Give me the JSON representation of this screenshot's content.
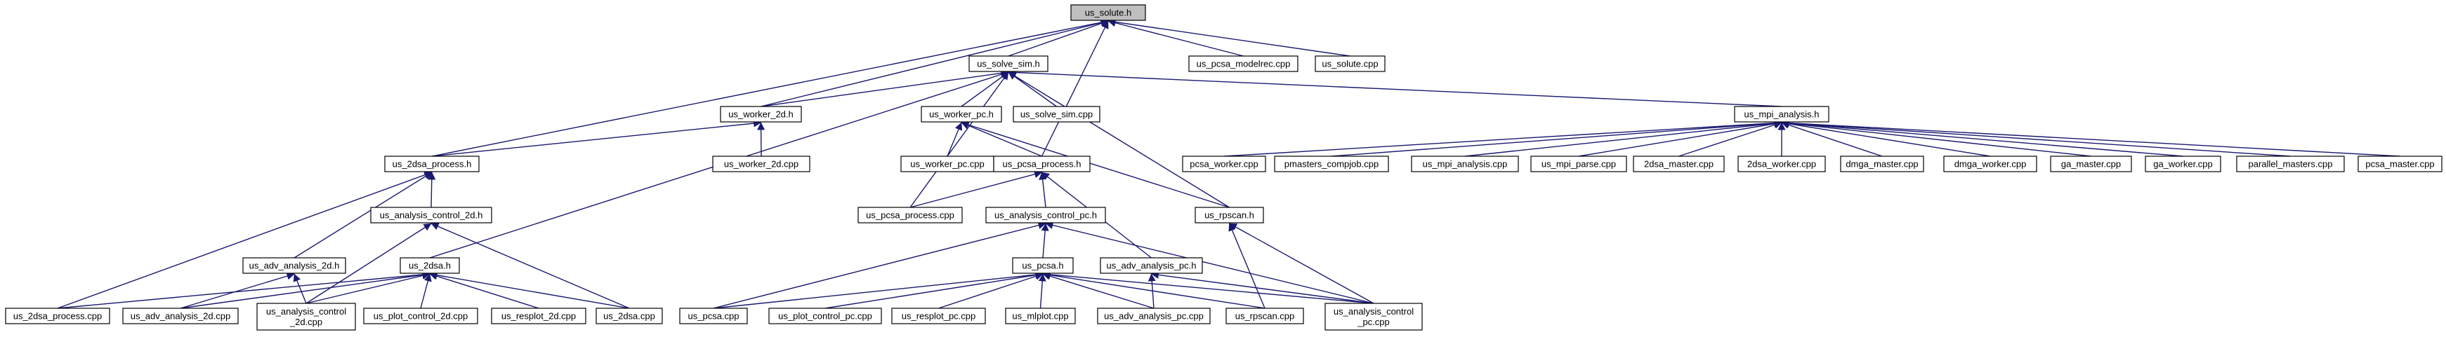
{
  "colors": {
    "edge": "#191970",
    "root_fill": "#bfbfbf",
    "node_fill": "#ffffff",
    "border": "#000000"
  },
  "nodes": [
    {
      "id": "us_solute_h",
      "lines": [
        "us_solute.h"
      ],
      "root": true
    },
    {
      "id": "us_solve_sim_h",
      "lines": [
        "us_solve_sim.h"
      ]
    },
    {
      "id": "us_pcsa_modelrec_cpp",
      "lines": [
        "us_pcsa_modelrec.cpp"
      ]
    },
    {
      "id": "us_solute_cpp",
      "lines": [
        "us_solute.cpp"
      ]
    },
    {
      "id": "us_worker_2d_h",
      "lines": [
        "us_worker_2d.h"
      ]
    },
    {
      "id": "us_worker_pc_h",
      "lines": [
        "us_worker_pc.h"
      ]
    },
    {
      "id": "us_solve_sim_cpp",
      "lines": [
        "us_solve_sim.cpp"
      ]
    },
    {
      "id": "us_mpi_analysis_h",
      "lines": [
        "us_mpi_analysis.h"
      ]
    },
    {
      "id": "us_2dsa_process_h",
      "lines": [
        "us_2dsa_process.h"
      ]
    },
    {
      "id": "us_worker_2d_cpp",
      "lines": [
        "us_worker_2d.cpp"
      ]
    },
    {
      "id": "us_worker_pc_cpp",
      "lines": [
        "us_worker_pc.cpp"
      ]
    },
    {
      "id": "us_pcsa_process_h",
      "lines": [
        "us_pcsa_process.h"
      ]
    },
    {
      "id": "pcsa_worker_cpp",
      "lines": [
        "pcsa_worker.cpp"
      ]
    },
    {
      "id": "pmasters_compjob_cpp",
      "lines": [
        "pmasters_compjob.cpp"
      ]
    },
    {
      "id": "us_mpi_analysis_cpp",
      "lines": [
        "us_mpi_analysis.cpp"
      ]
    },
    {
      "id": "us_mpi_parse_cpp",
      "lines": [
        "us_mpi_parse.cpp"
      ]
    },
    {
      "id": "2dsa_master_cpp",
      "lines": [
        "2dsa_master.cpp"
      ]
    },
    {
      "id": "2dsa_worker_cpp",
      "lines": [
        "2dsa_worker.cpp"
      ]
    },
    {
      "id": "dmga_master_cpp",
      "lines": [
        "dmga_master.cpp"
      ]
    },
    {
      "id": "dmga_worker_cpp",
      "lines": [
        "dmga_worker.cpp"
      ]
    },
    {
      "id": "ga_master_cpp",
      "lines": [
        "ga_master.cpp"
      ]
    },
    {
      "id": "ga_worker_cpp",
      "lines": [
        "ga_worker.cpp"
      ]
    },
    {
      "id": "parallel_masters_cpp",
      "lines": [
        "parallel_masters.cpp"
      ]
    },
    {
      "id": "pcsa_master_cpp",
      "lines": [
        "pcsa_master.cpp"
      ]
    },
    {
      "id": "us_analysis_control_2d_h",
      "lines": [
        "us_analysis_control_2d.h"
      ]
    },
    {
      "id": "us_pcsa_process_cpp",
      "lines": [
        "us_pcsa_process.cpp"
      ]
    },
    {
      "id": "us_analysis_control_pc_h",
      "lines": [
        "us_analysis_control_pc.h"
      ]
    },
    {
      "id": "us_rpscan_h",
      "lines": [
        "us_rpscan.h"
      ]
    },
    {
      "id": "us_adv_analysis_2d_h",
      "lines": [
        "us_adv_analysis_2d.h"
      ]
    },
    {
      "id": "us_2dsa_h",
      "lines": [
        "us_2dsa.h"
      ]
    },
    {
      "id": "us_pcsa_h",
      "lines": [
        "us_pcsa.h"
      ]
    },
    {
      "id": "us_adv_analysis_pc_h",
      "lines": [
        "us_adv_analysis_pc.h"
      ]
    },
    {
      "id": "us_2dsa_process_cpp",
      "lines": [
        "us_2dsa_process.cpp"
      ]
    },
    {
      "id": "us_adv_analysis_2d_cpp",
      "lines": [
        "us_adv_analysis_2d.cpp"
      ]
    },
    {
      "id": "us_analysis_control_2d_cpp",
      "lines": [
        "us_analysis_control",
        "_2d.cpp"
      ]
    },
    {
      "id": "us_plot_control_2d_cpp",
      "lines": [
        "us_plot_control_2d.cpp"
      ]
    },
    {
      "id": "us_resplot_2d_cpp",
      "lines": [
        "us_resplot_2d.cpp"
      ]
    },
    {
      "id": "us_2dsa_cpp",
      "lines": [
        "us_2dsa.cpp"
      ]
    },
    {
      "id": "us_pcsa_cpp",
      "lines": [
        "us_pcsa.cpp"
      ]
    },
    {
      "id": "us_plot_control_pc_cpp",
      "lines": [
        "us_plot_control_pc.cpp"
      ]
    },
    {
      "id": "us_resplot_pc_cpp",
      "lines": [
        "us_resplot_pc.cpp"
      ]
    },
    {
      "id": "us_mlplot_cpp",
      "lines": [
        "us_mlplot.cpp"
      ]
    },
    {
      "id": "us_adv_analysis_pc_cpp",
      "lines": [
        "us_adv_analysis_pc.cpp"
      ]
    },
    {
      "id": "us_rpscan_cpp",
      "lines": [
        "us_rpscan.cpp"
      ]
    },
    {
      "id": "us_analysis_control_pc_cpp",
      "lines": [
        "us_analysis_control",
        "_pc.cpp"
      ]
    }
  ],
  "edges": [
    [
      "us_solve_sim_h",
      "us_solute_h"
    ],
    [
      "us_pcsa_modelrec_cpp",
      "us_solute_h"
    ],
    [
      "us_solute_cpp",
      "us_solute_h"
    ],
    [
      "us_worker_2d_h",
      "us_solute_h"
    ],
    [
      "us_2dsa_process_h",
      "us_solute_h"
    ],
    [
      "us_pcsa_process_h",
      "us_solute_h"
    ],
    [
      "us_worker_2d_h",
      "us_solve_sim_h"
    ],
    [
      "us_worker_pc_h",
      "us_solve_sim_h"
    ],
    [
      "us_solve_sim_cpp",
      "us_solve_sim_h"
    ],
    [
      "us_mpi_analysis_h",
      "us_solve_sim_h"
    ],
    [
      "us_pcsa_process_cpp",
      "us_solve_sim_h"
    ],
    [
      "us_rpscan_h",
      "us_solve_sim_h"
    ],
    [
      "us_2dsa_h",
      "us_solve_sim_h"
    ],
    [
      "us_2dsa_process_h",
      "us_worker_2d_h"
    ],
    [
      "us_worker_2d_cpp",
      "us_worker_2d_h"
    ],
    [
      "us_worker_pc_cpp",
      "us_worker_pc_h"
    ],
    [
      "us_pcsa_process_h",
      "us_worker_pc_h"
    ],
    [
      "us_rpscan_h",
      "us_worker_pc_h"
    ],
    [
      "pcsa_worker_cpp",
      "us_mpi_analysis_h"
    ],
    [
      "pmasters_compjob_cpp",
      "us_mpi_analysis_h"
    ],
    [
      "us_mpi_analysis_cpp",
      "us_mpi_analysis_h"
    ],
    [
      "us_mpi_parse_cpp",
      "us_mpi_analysis_h"
    ],
    [
      "2dsa_master_cpp",
      "us_mpi_analysis_h"
    ],
    [
      "2dsa_worker_cpp",
      "us_mpi_analysis_h"
    ],
    [
      "dmga_master_cpp",
      "us_mpi_analysis_h"
    ],
    [
      "dmga_worker_cpp",
      "us_mpi_analysis_h"
    ],
    [
      "ga_master_cpp",
      "us_mpi_analysis_h"
    ],
    [
      "ga_worker_cpp",
      "us_mpi_analysis_h"
    ],
    [
      "parallel_masters_cpp",
      "us_mpi_analysis_h"
    ],
    [
      "pcsa_master_cpp",
      "us_mpi_analysis_h"
    ],
    [
      "us_analysis_control_2d_h",
      "us_2dsa_process_h"
    ],
    [
      "us_adv_analysis_2d_h",
      "us_2dsa_process_h"
    ],
    [
      "us_2dsa_process_cpp",
      "us_2dsa_process_h"
    ],
    [
      "us_pcsa_process_cpp",
      "us_pcsa_process_h"
    ],
    [
      "us_analysis_control_pc_h",
      "us_pcsa_process_h"
    ],
    [
      "us_adv_analysis_pc_h",
      "us_pcsa_process_h"
    ],
    [
      "us_analysis_control_2d_cpp",
      "us_analysis_control_2d_h"
    ],
    [
      "us_2dsa_cpp",
      "us_analysis_control_2d_h"
    ],
    [
      "us_pcsa_h",
      "us_analysis_control_pc_h"
    ],
    [
      "us_pcsa_cpp",
      "us_analysis_control_pc_h"
    ],
    [
      "us_analysis_control_pc_cpp",
      "us_analysis_control_pc_h"
    ],
    [
      "us_rpscan_cpp",
      "us_rpscan_h"
    ],
    [
      "us_analysis_control_pc_cpp",
      "us_rpscan_h"
    ],
    [
      "us_adv_analysis_2d_cpp",
      "us_adv_analysis_2d_h"
    ],
    [
      "us_analysis_control_2d_cpp",
      "us_adv_analysis_2d_h"
    ],
    [
      "us_2dsa_process_cpp",
      "us_2dsa_h"
    ],
    [
      "us_adv_analysis_2d_cpp",
      "us_2dsa_h"
    ],
    [
      "us_analysis_control_2d_cpp",
      "us_2dsa_h"
    ],
    [
      "us_plot_control_2d_cpp",
      "us_2dsa_h"
    ],
    [
      "us_resplot_2d_cpp",
      "us_2dsa_h"
    ],
    [
      "us_2dsa_cpp",
      "us_2dsa_h"
    ],
    [
      "us_pcsa_cpp",
      "us_pcsa_h"
    ],
    [
      "us_plot_control_pc_cpp",
      "us_pcsa_h"
    ],
    [
      "us_resplot_pc_cpp",
      "us_pcsa_h"
    ],
    [
      "us_mlplot_cpp",
      "us_pcsa_h"
    ],
    [
      "us_adv_analysis_pc_cpp",
      "us_pcsa_h"
    ],
    [
      "us_rpscan_cpp",
      "us_pcsa_h"
    ],
    [
      "us_analysis_control_pc_cpp",
      "us_pcsa_h"
    ],
    [
      "us_adv_analysis_pc_cpp",
      "us_adv_analysis_pc_h"
    ],
    [
      "us_analysis_control_pc_cpp",
      "us_adv_analysis_pc_h"
    ]
  ]
}
